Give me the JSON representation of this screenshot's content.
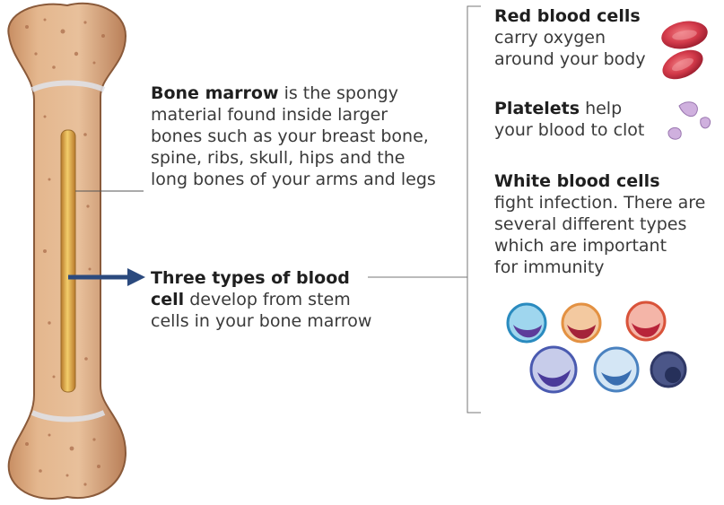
{
  "marrow": {
    "heading": "Bone marrow",
    "text_1": " is the spongy",
    "text_2": "material found inside larger",
    "text_3": "bones such as your breast bone,",
    "text_4": "spine, ribs, skull, hips and the",
    "text_5": "long bones of your arms and legs"
  },
  "blood_types": {
    "heading_1": "Three types of blood",
    "heading_2": "cell",
    "text_1": " develop from stem",
    "text_2": "cells in your bone marrow"
  },
  "red_cells": {
    "heading": "Red blood cells",
    "text_1": "carry oxygen",
    "text_2": "around your body"
  },
  "platelets": {
    "heading": "Platelets",
    "text_1": " help",
    "text_2": "your blood to clot"
  },
  "white_cells": {
    "heading": "White blood cells",
    "text_1": "fight infection. There are",
    "text_2": "several different types",
    "text_3": "which are important",
    "text_4": "for immunity"
  },
  "colors": {
    "bone": "#d9aa80",
    "marrow_core": "#e0b04a",
    "arrow": "#2b4a7e",
    "red_cell": "#d64050",
    "platelet": "#c9a8d8"
  }
}
